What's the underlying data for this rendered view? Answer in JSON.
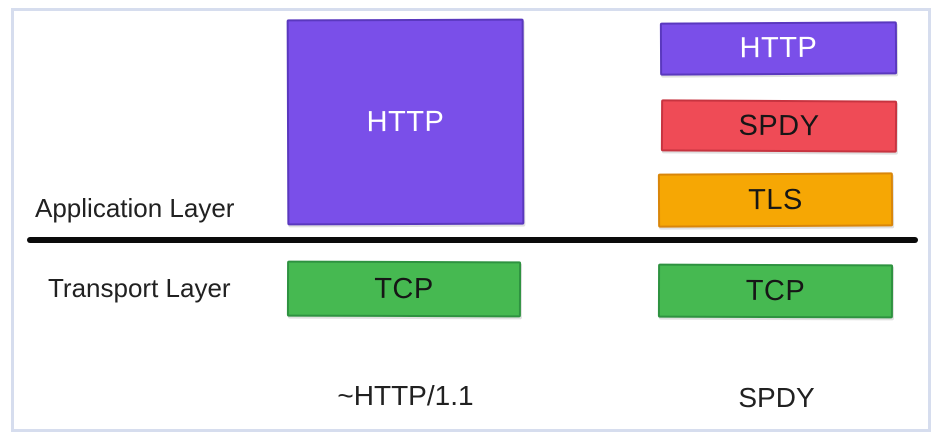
{
  "frame": {
    "border_color": "#d6ddee",
    "background": "#ffffff"
  },
  "divider": {
    "color": "#0a0a0a"
  },
  "layer_labels": {
    "application": "Application Layer",
    "transport": "Transport Layer"
  },
  "stacks": [
    {
      "caption": "~HTTP/1.1",
      "app_boxes": [
        {
          "label": "HTTP",
          "fill": "#7a4fe9",
          "stroke": "#5a38be",
          "text_color": "#ffffff"
        }
      ],
      "transport_boxes": [
        {
          "label": "TCP",
          "fill": "#46b951",
          "stroke": "#2e9240",
          "text_color": "#161616"
        }
      ]
    },
    {
      "caption": "SPDY",
      "app_boxes": [
        {
          "label": "HTTP",
          "fill": "#7a4fe9",
          "stroke": "#5a38be",
          "text_color": "#ffffff"
        },
        {
          "label": "SPDY",
          "fill": "#ef4b56",
          "stroke": "#c73440",
          "text_color": "#161616"
        },
        {
          "label": "TLS",
          "fill": "#f6a704",
          "stroke": "#d9860a",
          "text_color": "#161616"
        }
      ],
      "transport_boxes": [
        {
          "label": "TCP",
          "fill": "#46b951",
          "stroke": "#2e9240",
          "text_color": "#161616"
        }
      ]
    }
  ]
}
